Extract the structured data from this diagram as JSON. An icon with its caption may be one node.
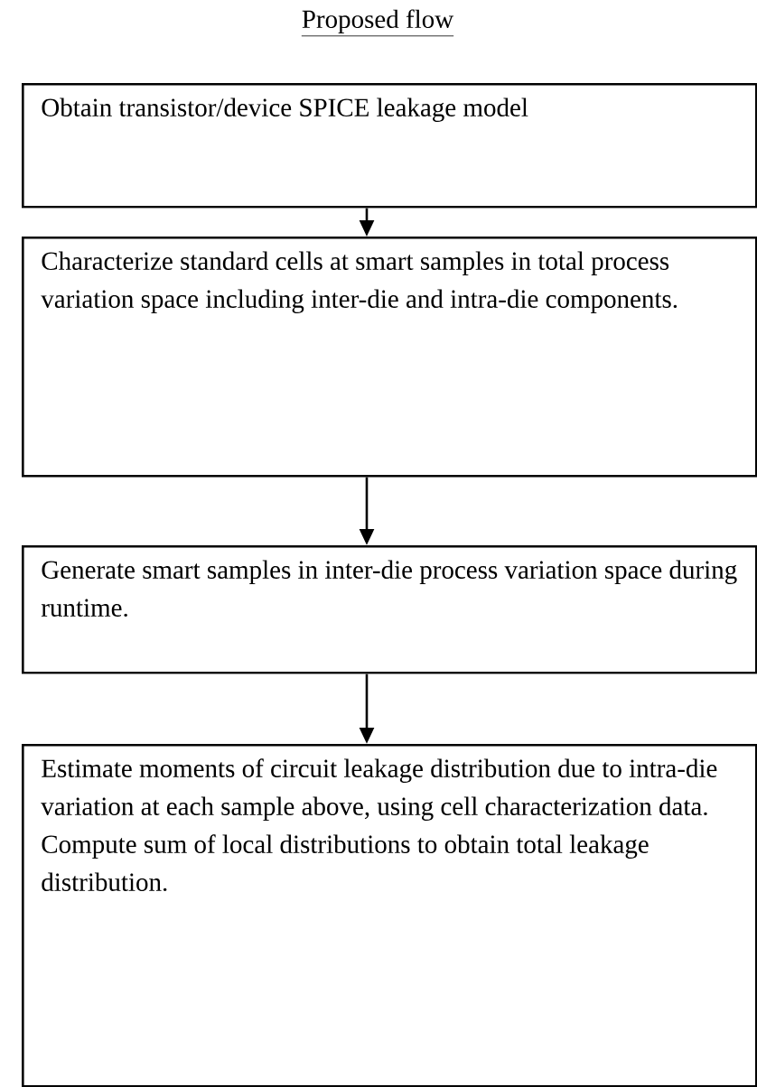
{
  "diagram": {
    "title": "Proposed flow",
    "nodes": [
      {
        "text": [
          "Obtain transistor/device SPICE leakage model"
        ]
      },
      {
        "text": [
          "Characterize standard cells at smart samples in total process variation space including inter-die and intra-die components."
        ]
      },
      {
        "text": [
          "Generate smart samples in inter-die process variation space during runtime."
        ]
      },
      {
        "text": [
          "Estimate moments of circuit leakage distribution due to intra-die variation at each sample above, using cell characterization data. Compute sum of local distributions to obtain total leakage distribution."
        ]
      }
    ],
    "edges": [
      {
        "from": 0,
        "to": 1,
        "arrow": "to"
      },
      {
        "from": 1,
        "to": 2,
        "arrow": "to"
      },
      {
        "from": 2,
        "to": 3,
        "arrow": "to"
      }
    ]
  }
}
